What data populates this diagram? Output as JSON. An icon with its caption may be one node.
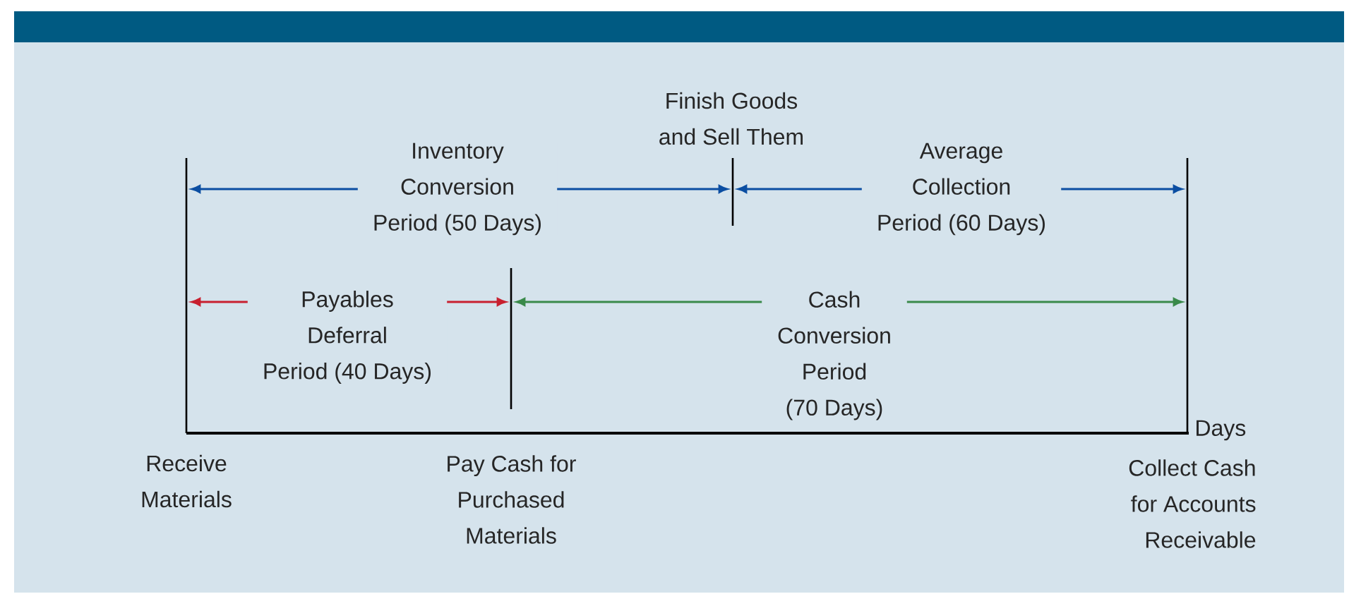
{
  "diagram": {
    "nodes": [
      {
        "text": [],
        "shape": "bar",
        "beside": [
          "Receive Materials"
        ]
      },
      {
        "text": [],
        "shape": "bar",
        "beside": [
          "Pay Cash for Purchased Materials"
        ]
      },
      {
        "text": [],
        "shape": "bar",
        "beside": [
          "Finish Goods and Sell Them"
        ]
      },
      {
        "text": [],
        "shape": "bar",
        "beside": [
          "Collect Cash for Accounts Receivable"
        ]
      }
    ],
    "edges": [
      {
        "from": 0,
        "to": 2,
        "arrow": "both",
        "label": "Inventory Conversion Period (50 Days)"
      },
      {
        "from": 2,
        "to": 3,
        "arrow": "both",
        "label": "Average Collection Period (60 Days)"
      },
      {
        "from": 0,
        "to": 1,
        "arrow": "both",
        "label": "Payables Deferral Period (40 Days)",
        "color": "#c8202f"
      },
      {
        "from": 1,
        "to": 3,
        "arrow": "both",
        "label": "Cash Conversion Period (70 Days)",
        "color": "#3a8a4a"
      }
    ],
    "labels": [
      "Days"
    ]
  }
}
